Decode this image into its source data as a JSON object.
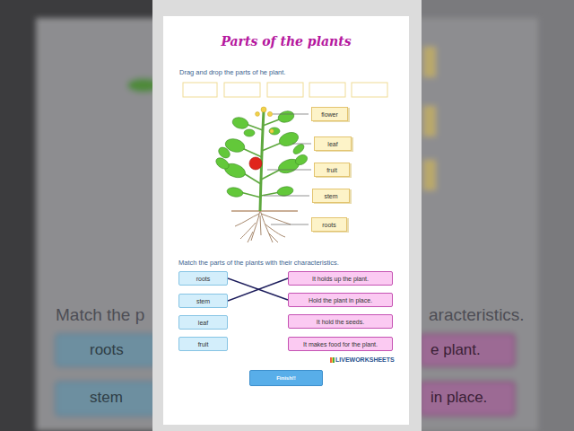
{
  "diagram": {
    "title": "Parts of the plants",
    "nodes": [
      {
        "text": [
          "flower"
        ]
      },
      {
        "text": [
          "leaf"
        ]
      },
      {
        "text": [
          "fruit"
        ]
      },
      {
        "text": [
          "stem"
        ]
      },
      {
        "text": [
          "roots"
        ]
      },
      {
        "text": [
          "roots"
        ]
      },
      {
        "text": [
          "stem"
        ]
      },
      {
        "text": [
          "leaf"
        ]
      },
      {
        "text": [
          "fruit"
        ]
      },
      {
        "text": [
          "It holds up the plant."
        ]
      },
      {
        "text": [
          "Hold the plant in place."
        ]
      },
      {
        "text": [
          "It hold the seeds."
        ]
      },
      {
        "text": [
          "It makes food for the plant."
        ]
      },
      {
        "text": [
          "Finish!!"
        ]
      }
    ],
    "edges": [
      {
        "from": 5,
        "to": 10,
        "arrow": "none"
      },
      {
        "from": 6,
        "to": 9,
        "arrow": "none"
      }
    ],
    "labels": [
      "Drag and drop the parts of he plant.",
      "Match the parts of the plants with their characteristics.",
      "LIVEWORKSHEETS",
      "Match the p",
      "aracteristics.",
      "roots",
      "stem",
      "e plant.",
      "in place."
    ]
  }
}
